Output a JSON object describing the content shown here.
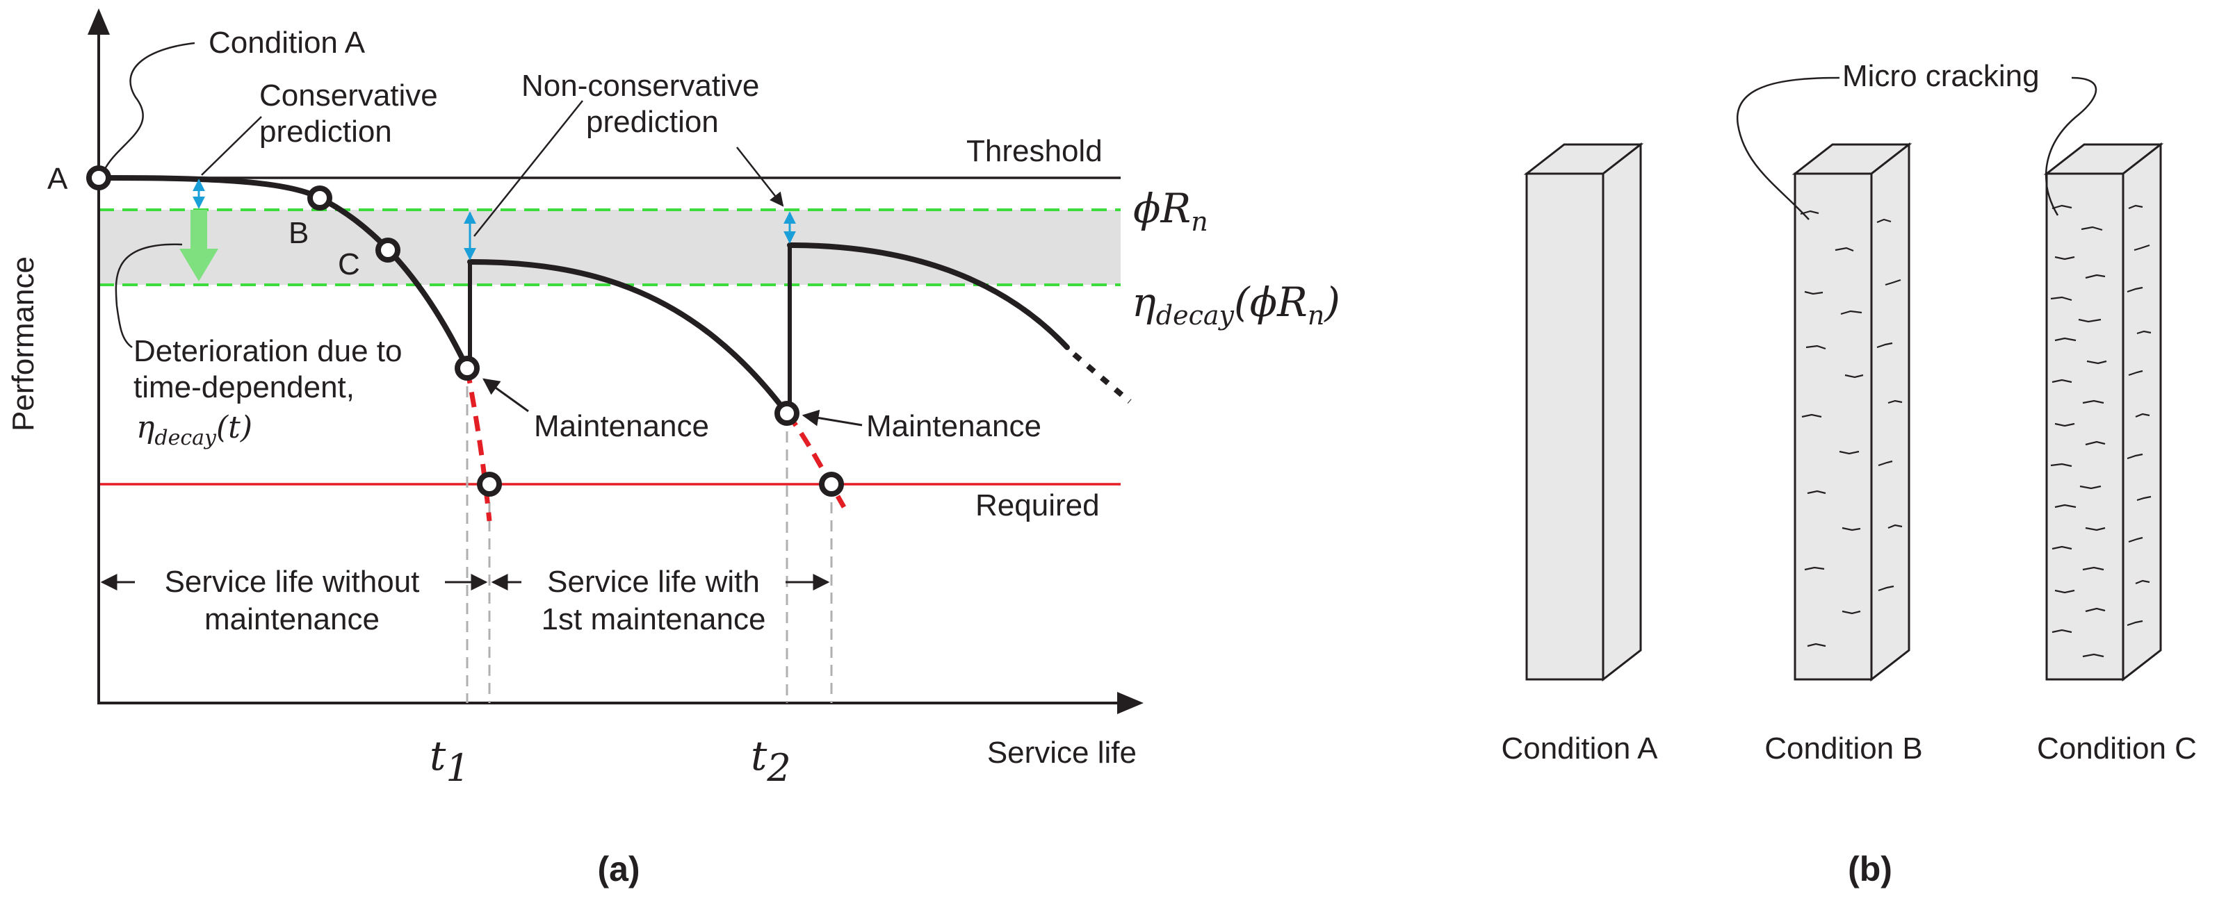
{
  "diagram_a": {
    "y_axis_label": "Performance",
    "x_axis_label": "Service life",
    "point_A": "A",
    "point_B": "B",
    "point_C": "C",
    "condition_a_callout": "Condition A",
    "conservative_line1": "Conservative",
    "conservative_line2": "prediction",
    "nonconservative_line1": "Non-conservative",
    "nonconservative_line2": "prediction",
    "threshold": "Threshold",
    "required": "Required",
    "phi_rn": "ϕR",
    "phi_rn_sub": "n",
    "eta_decay_pre": "η",
    "eta_decay_sub": "decay",
    "eta_decay_mid": "(ϕR",
    "eta_decay_sub2": "n",
    "eta_decay_post": ")",
    "deterioration_line1": "Deterioration due to",
    "deterioration_line2": "time-dependent,",
    "eta_t_pre": "η",
    "eta_t_sub": "decay",
    "eta_t_post": "(t)",
    "maintenance_1": "Maintenance",
    "maintenance_2": "Maintenance",
    "service_life_without_1": "Service life without",
    "service_life_without_2": "maintenance",
    "service_life_with_1": "Service life with",
    "service_life_with_2": "1st maintenance",
    "t1_main": "t",
    "t1_sub": "1",
    "t2_main": "t",
    "t2_sub": "2",
    "panel_label": "(a)"
  },
  "diagram_b": {
    "micro_cracking": "Micro cracking",
    "condition_a": "Condition A",
    "condition_b": "Condition B",
    "condition_c": "Condition C",
    "panel_label": "(b)"
  },
  "colors": {
    "ink": "#231f20",
    "threshold_band": "#e0e0e0",
    "green_dash": "#3ddc3d",
    "green_arrow": "#7fe07f",
    "blue_arrow": "#1a9fd8",
    "red": "#e31e24",
    "dashed_gray": "#b0b0b0"
  }
}
